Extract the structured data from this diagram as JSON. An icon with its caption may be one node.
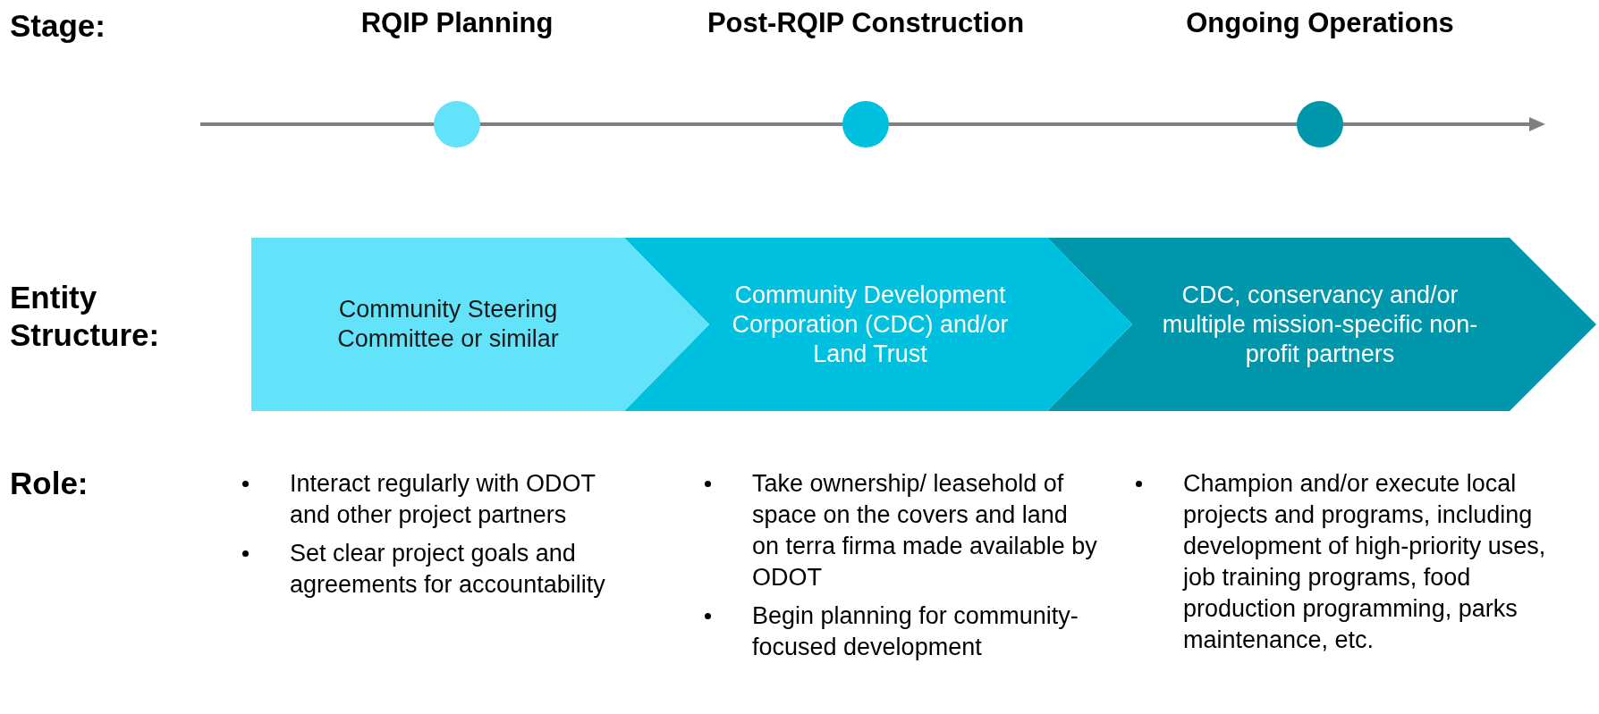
{
  "diagram": {
    "nodes": [
      {
        "text": [],
        "shape": "circle",
        "beside": [
          "RQIP Planning"
        ]
      },
      {
        "text": [],
        "shape": "circle",
        "beside": [
          "Post-RQIP Construction"
        ]
      },
      {
        "text": [],
        "shape": "circle",
        "beside": [
          "Ongoing Operations"
        ]
      },
      {
        "text": [
          "Community Steering Committee or similar"
        ]
      },
      {
        "text": [
          "Community Development Corporation (CDC) and/or Land Trust"
        ]
      },
      {
        "text": [
          "CDC, conservancy and/or multiple mission-specific non-profit partners"
        ]
      }
    ],
    "edges": [],
    "labels": [
      "Stage:",
      "Entity Structure:",
      "Role:",
      "Interact regularly with ODOT and other project partners",
      "Set clear project goals and agreements for accountability",
      "Take ownership/ leasehold of space on the covers and land on terra firma made available by ODOT",
      "Begin planning for community-focused development",
      "Champion and/or execute local projects and programs, including development of high-priority uses, job training programs, food production programming, parks maintenance, etc."
    ]
  }
}
